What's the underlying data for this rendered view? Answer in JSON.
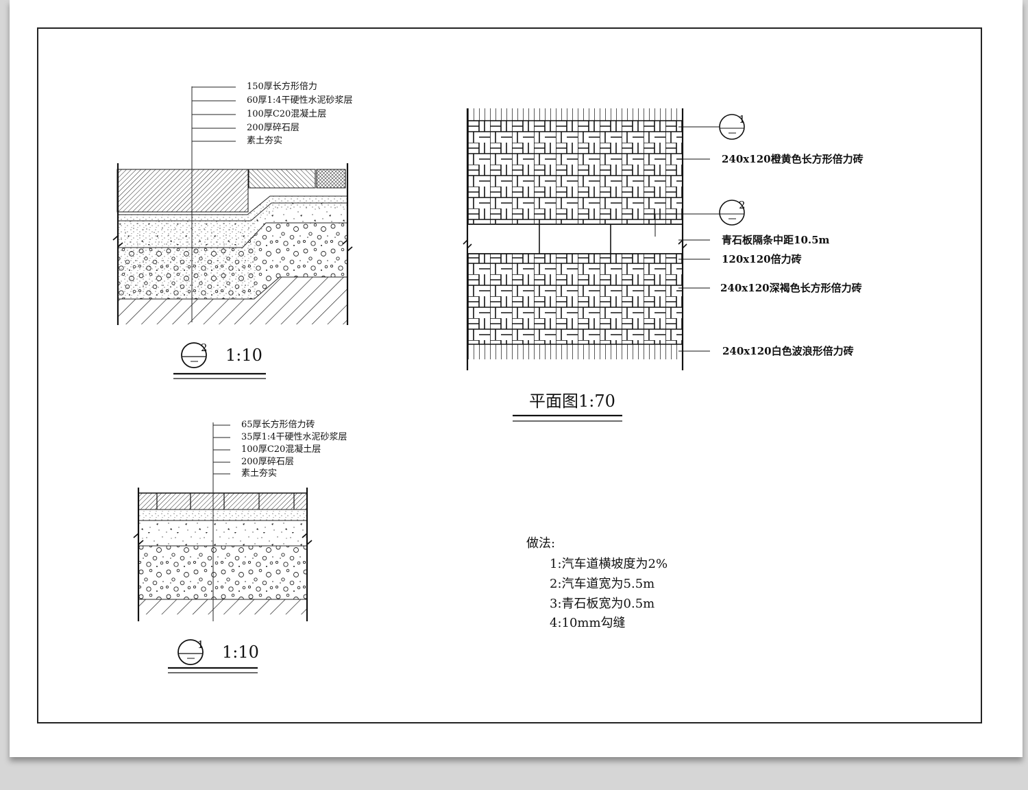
{
  "section2": {
    "labels": [
      "150厚长方形倍力",
      "60厚1:4干硬性水泥砂浆层",
      "100厚C20混凝土层",
      "200厚碎石层",
      "素土夯实"
    ],
    "circle_number": "2",
    "scale": "1:10"
  },
  "section1": {
    "labels": [
      "65厚长方形倍力砖",
      "35厚1:4干硬性水泥砂浆层",
      "100厚C20混凝土层",
      "200厚碎石层",
      "素土夯实"
    ],
    "circle_number": "1",
    "scale": "1:10"
  },
  "plan": {
    "callouts": [
      "1",
      "2"
    ],
    "labels": [
      "240x120橙黄色长方形倍力砖",
      "青石板隔条中距10.5m",
      "120x120倍力砖",
      "240x120深褐色长方形倍力砖",
      "240x120白色波浪形倍力砖"
    ],
    "title": "平面图1:70"
  },
  "notes": {
    "heading": "做法:",
    "items": [
      "1:汽车道横坡度为2%",
      "2:汽车道宽为5.5m",
      "3:青石板宽为0.5m",
      "4:10mm勾缝"
    ]
  }
}
